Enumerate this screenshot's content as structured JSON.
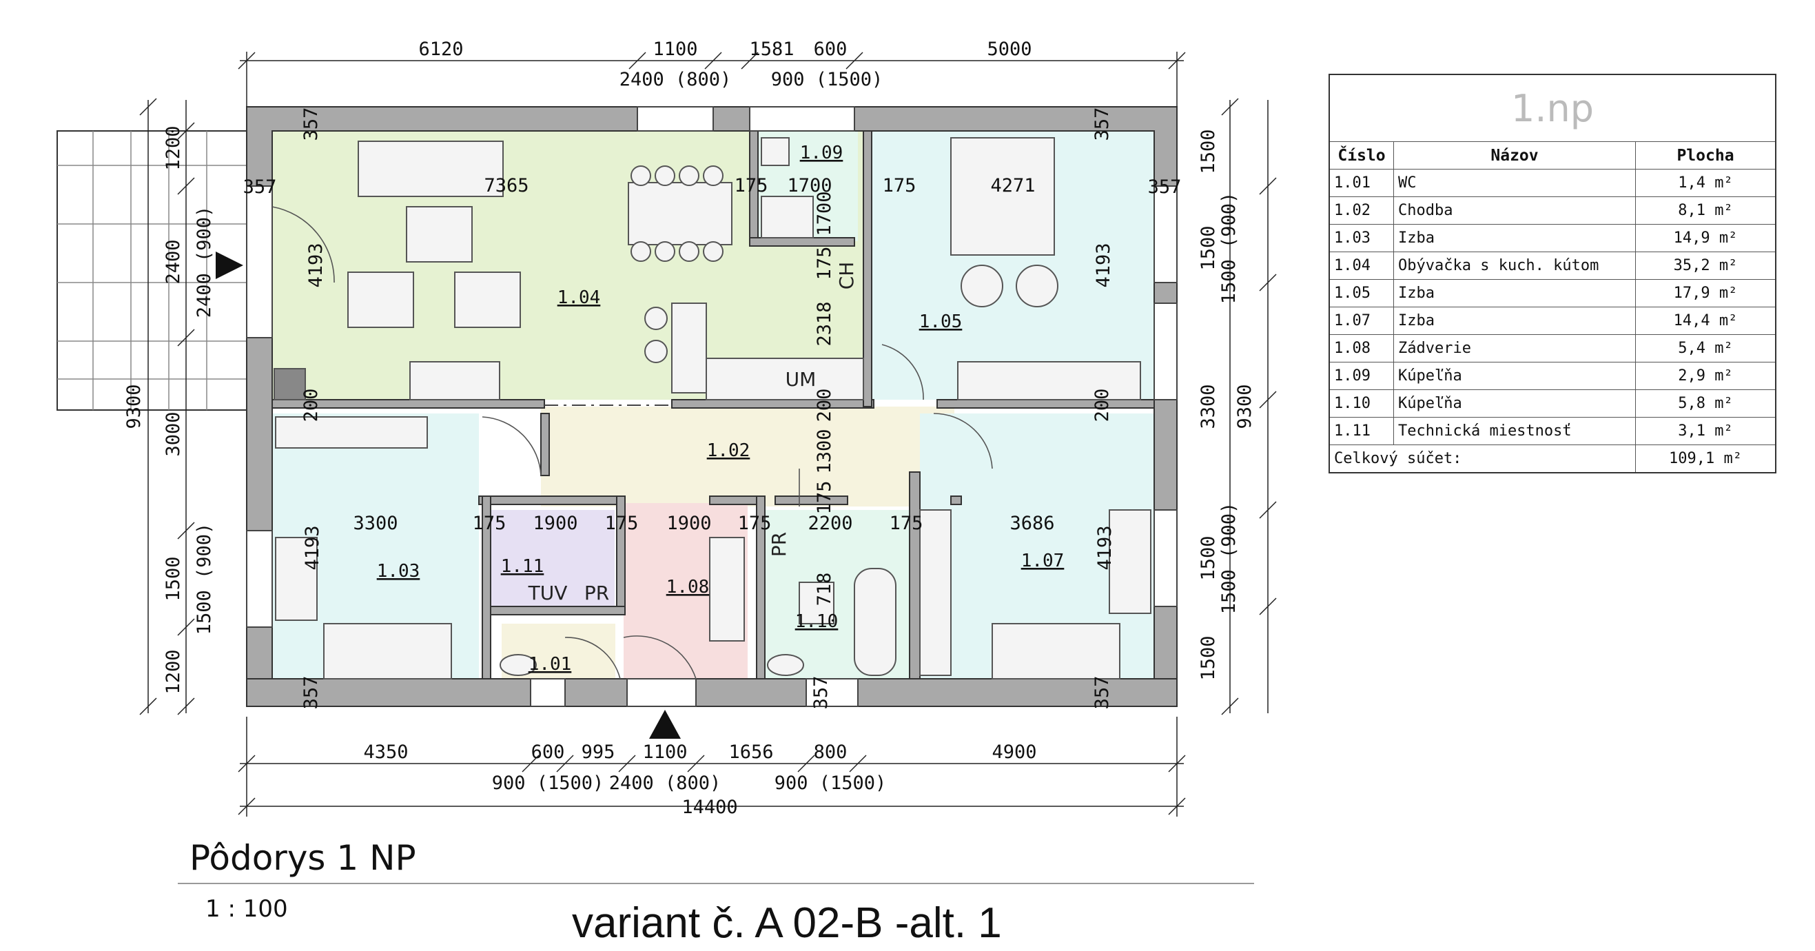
{
  "dims_top": {
    "row1": [
      "6120",
      "1100",
      "1581",
      "600",
      "5000"
    ],
    "row2": [
      "2400 (800)",
      "900 (1500)"
    ]
  },
  "dims_bottom": {
    "row1": [
      "4350",
      "600",
      "995",
      "1100",
      "1656",
      "800",
      "4900"
    ],
    "row2": [
      "900 (1500)",
      "2400 (800)",
      "900 (1500)"
    ],
    "total": "14400"
  },
  "dims_left": {
    "outer": "9300",
    "segments": [
      "1200",
      "2400",
      "3000",
      "1500",
      "1200"
    ],
    "openings": [
      "2400 (900)",
      "1500 (900)"
    ]
  },
  "dims_right": {
    "outer": "9300",
    "segments": [
      "1500",
      "1500",
      "3300",
      "1500",
      "1500"
    ],
    "openings": [
      "1500 (900)",
      "1500 (900)"
    ]
  },
  "inner_dims": {
    "wall": "357",
    "w200": "200",
    "w175": "175",
    "d7365": "7365",
    "d1700h": "1700",
    "d1700v": "1700",
    "d4271": "4271",
    "d4193": "4193",
    "d2318": "2318",
    "d3300": "3300",
    "d1900a": "1900",
    "d1900b": "1900",
    "d2200": "2200",
    "d3686": "3686",
    "d1300": "1300",
    "d718": "718"
  },
  "rooms_on_plan": {
    "r101": "1.01",
    "r102": "1.02",
    "r103": "1.03",
    "r104": "1.04",
    "r105": "1.05",
    "r107": "1.07",
    "r108": "1.08",
    "r109": "1.09",
    "r110": "1.10",
    "r111": "1.11"
  },
  "fixture_labels": {
    "ch": "CH",
    "um": "UM",
    "pr1": "PR",
    "pr2": "PR",
    "tuv": "TUV"
  },
  "drawing": {
    "title": "Pôdorys 1 NP",
    "scale": "1 : 100",
    "variant": "variant č. A 02-B -alt. 1"
  },
  "table": {
    "heading": "1.np",
    "columns": [
      "Číslo",
      "Názov",
      "Plocha"
    ],
    "rows": [
      {
        "num": "1.01",
        "name": "WC",
        "area": "1,4 m²"
      },
      {
        "num": "1.02",
        "name": "Chodba",
        "area": "8,1 m²"
      },
      {
        "num": "1.03",
        "name": "Izba",
        "area": "14,9 m²"
      },
      {
        "num": "1.04",
        "name": "Obývačka s kuch. kútom",
        "area": "35,2 m²"
      },
      {
        "num": "1.05",
        "name": "Izba",
        "area": "17,9 m²"
      },
      {
        "num": "1.07",
        "name": "Izba",
        "area": "14,4 m²"
      },
      {
        "num": "1.08",
        "name": "Zádverie",
        "area": "5,4 m²"
      },
      {
        "num": "1.09",
        "name": "Kúpeľňa",
        "area": "2,9 m²"
      },
      {
        "num": "1.10",
        "name": "Kúpeľňa",
        "area": "5,8 m²"
      },
      {
        "num": "1.11",
        "name": "Technická miestnosť",
        "area": "3,1 m²"
      }
    ],
    "total_label": "Celkový súčet:",
    "total_area": "109,1 m²"
  },
  "colors": {
    "wall": "#a9a9a9",
    "living": "#e6f2d2",
    "bedroom": "#e3f6f5",
    "hall": "#f6f3de",
    "entry": "#f7dede",
    "tech": "#e6e0f3",
    "bath": "#e4f7ee"
  }
}
